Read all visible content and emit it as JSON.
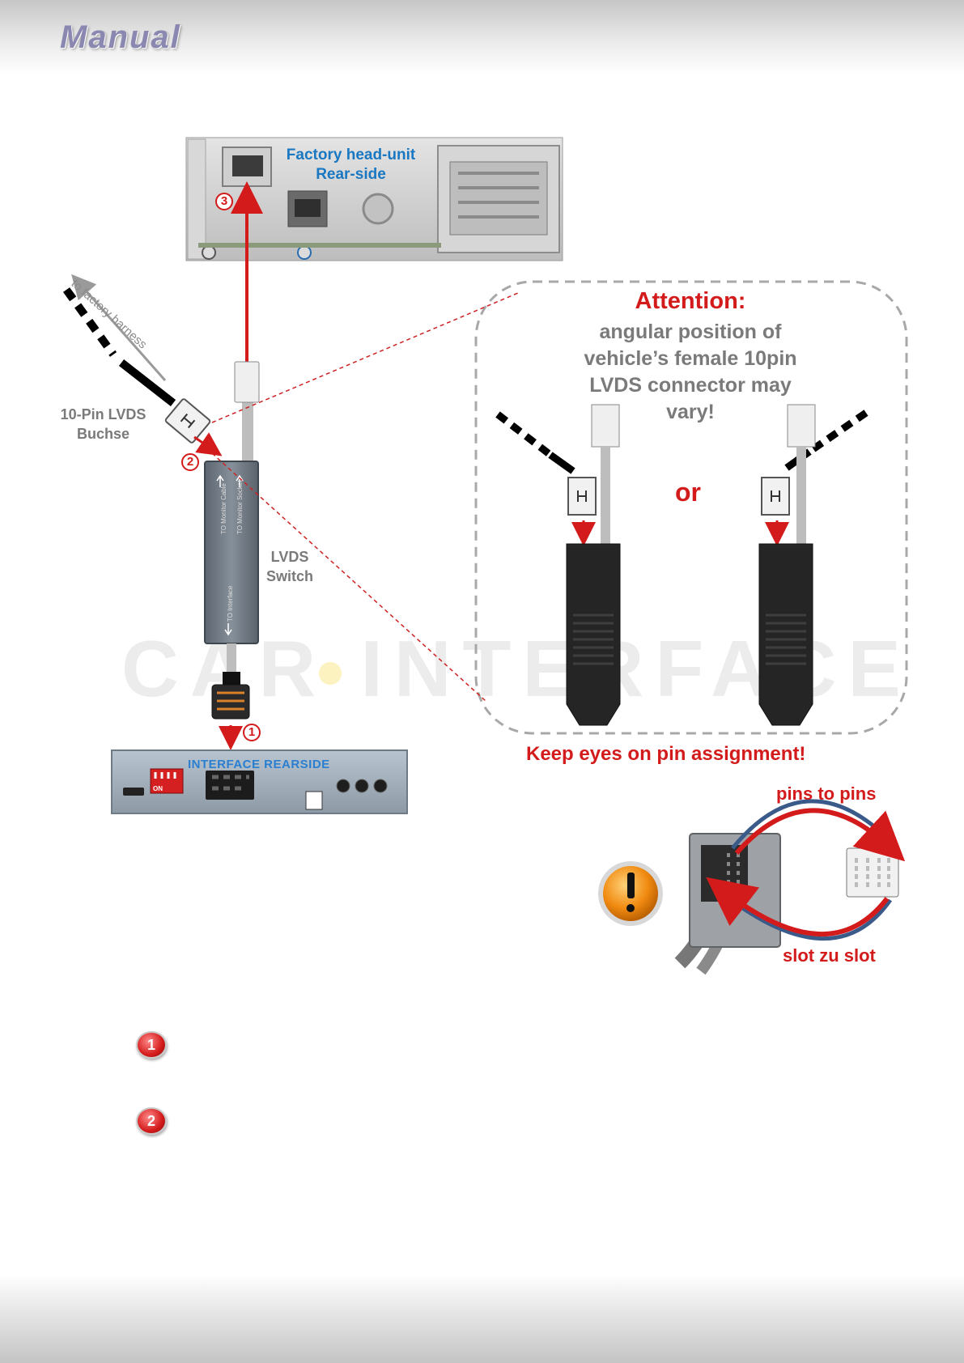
{
  "header": {
    "title": "Manual"
  },
  "head_unit": {
    "title": "Factory head-unit",
    "subtitle": "Rear-side",
    "step": "3"
  },
  "harness": {
    "arrow_label": "to factory harness",
    "connector_label_line1": "10-Pin LVDS",
    "connector_label_line2": "Buchse",
    "step": "2"
  },
  "lvds_switch": {
    "label_line1": "LVDS",
    "label_line2": "Switch",
    "side_label_1": "TO Monitor Cable",
    "side_label_2": "TO Monitor Socket",
    "side_label_3": "TO Interface"
  },
  "watermark": {
    "text": "CAR INTERFACE"
  },
  "interface": {
    "label": "INTERFACE REARSIDE",
    "dip_label": "ON",
    "step": "1"
  },
  "attention": {
    "title": "Attention:",
    "line1": "angular position of",
    "line2": "vehicle’s female 10pin",
    "line3": "LVDS connector may",
    "line4": "vary!",
    "or_label": "or",
    "warning": "Keep eyes on pin assignment!"
  },
  "pins": {
    "top_label": "pins to pins",
    "bottom_label": "slot zu slot",
    "warning_icon": "exclamation-icon"
  },
  "steps": [
    {
      "number": "1"
    },
    {
      "number": "2"
    }
  ],
  "colors": {
    "accent_red": "#d41b1b",
    "head_unit_blue": "#1a78c2",
    "cable_gray": "#bdbdbd",
    "warning_orange": "#f08a10"
  }
}
